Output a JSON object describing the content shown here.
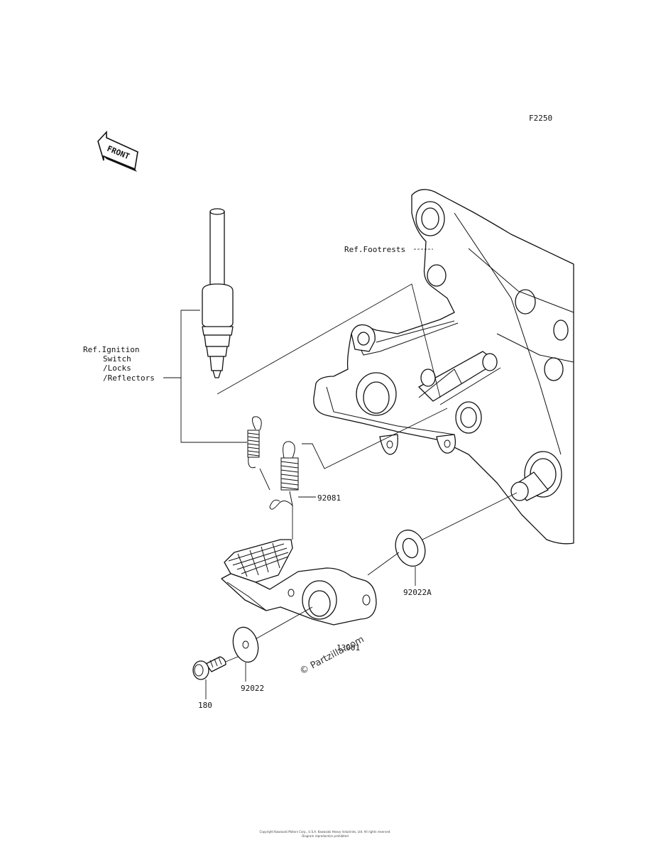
{
  "diagram": {
    "figure_code": "F2250",
    "front_arrow_label": "FRONT",
    "watermark": "© Partzilla.com",
    "footer_line_1": "Copyright Kawasaki Motors Corp., U.S.A. Kawasaki Heavy Industries, Ltd. All rights reserved.",
    "footer_line_2": "Diagram reproduction prohibited"
  },
  "labels": {
    "ref_footrests": "Ref.Footrests",
    "ref_ignition_1": "Ref.Ignition",
    "ref_ignition_2": "Switch",
    "ref_ignition_3": "/Locks",
    "ref_ignition_4": "/Reflectors",
    "part_92081": "92081",
    "part_92022A": "92022A",
    "part_13001": "13001",
    "part_92022": "92022",
    "part_180": "180"
  }
}
